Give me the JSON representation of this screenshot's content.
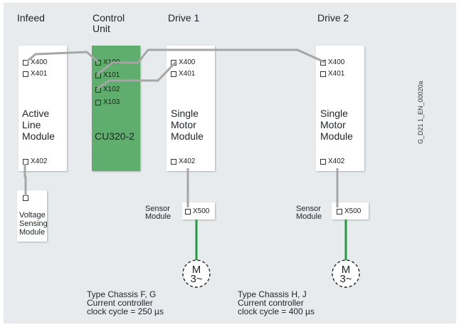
{
  "headers": {
    "infeed": "Infeed",
    "control_unit_line1": "Control",
    "control_unit_line2": "Unit",
    "drive1": "Drive 1",
    "drive2": "Drive 2"
  },
  "infeed": {
    "ports": [
      "X400",
      "X401",
      "X402"
    ],
    "name_lines": [
      "Active",
      "Line",
      "Module"
    ]
  },
  "control_unit": {
    "ports": [
      "X100",
      "X101",
      "X102",
      "X103"
    ],
    "name": "CU320-2"
  },
  "drive1": {
    "ports": [
      "X400",
      "X401",
      "X402"
    ],
    "name_lines": [
      "Single",
      "Motor",
      "Module"
    ],
    "sensor_label_lines": [
      "Sensor",
      "Module"
    ],
    "sensor_port": "X500",
    "motor_lines": [
      "M",
      "3~"
    ],
    "chassis_lines": [
      "Type Chassis F, G",
      "Current controller",
      "clock cycle = 250 µs"
    ]
  },
  "drive2": {
    "ports": [
      "X400",
      "X401",
      "X402"
    ],
    "name_lines": [
      "Single",
      "Motor",
      "Module"
    ],
    "sensor_label_lines": [
      "Sensor",
      "Module"
    ],
    "sensor_port": "X500",
    "motor_lines": [
      "M",
      "3~"
    ],
    "chassis_lines": [
      "Type Chassis H, J",
      "Current controller",
      "clock cycle = 400 µs"
    ]
  },
  "voltage_sensing_module": {
    "name_lines": [
      "Voltage",
      "Sensing",
      "Module"
    ]
  },
  "figure_id": "G_D21 1_EN_00020a",
  "colors": {
    "background": "#e8ebed",
    "cu_fill": "#5fae6e",
    "drive_cliq_line": "#a6a6a6",
    "motor_cable": "#1e9b3c"
  }
}
